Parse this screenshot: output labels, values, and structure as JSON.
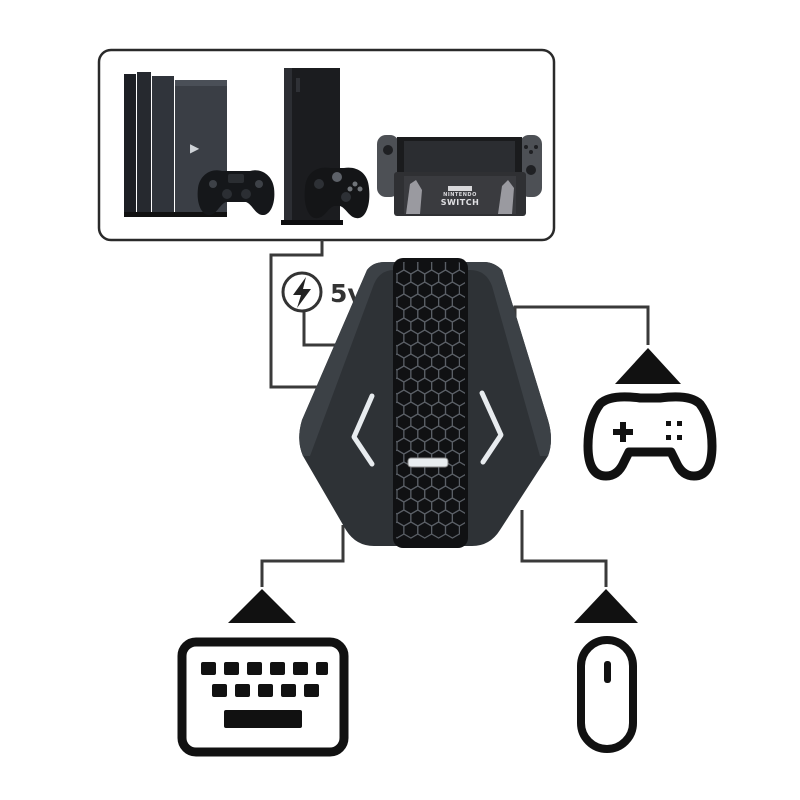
{
  "consoles_panel": {
    "items": [
      {
        "name": "ps4-pro-console-with-controller"
      },
      {
        "name": "xbox-one-x-console-with-controller"
      },
      {
        "name": "nintendo-switch-console-in-dock"
      }
    ],
    "switch_logo_brand": "NINTENDO",
    "switch_logo_model": "SWITCH"
  },
  "power": {
    "icon": "lightning-bolt-icon",
    "label": "5v"
  },
  "adapter": {
    "icon": "converter-hub-icon",
    "pattern": "hexagon-honeycomb"
  },
  "peripherals": [
    {
      "name": "gamepad",
      "icon": "gamepad-icon",
      "arrow": "up-arrow-icon"
    },
    {
      "name": "keyboard",
      "icon": "keyboard-icon",
      "arrow": "up-arrow-icon"
    },
    {
      "name": "mouse",
      "icon": "mouse-icon",
      "arrow": "up-arrow-icon"
    }
  ],
  "colors": {
    "line": "#3a3a3a",
    "adapter_body": "#2e3236",
    "adapter_stripe": "#111111",
    "icon": "#000000"
  }
}
